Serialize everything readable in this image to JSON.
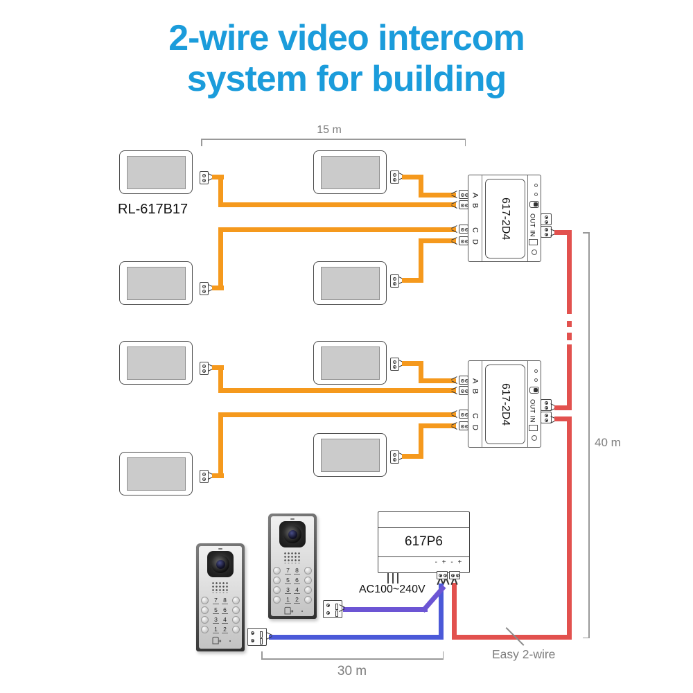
{
  "title": {
    "line1": "2-wire video intercom",
    "line2": "system for building"
  },
  "labels": {
    "monitor_model": "RL-617B17"
  },
  "dimensions": {
    "top": "15 m",
    "right": "40 m",
    "bottom": "30 m"
  },
  "annotations": {
    "easy_2wire": "Easy 2-wire",
    "ac_power": "AC100~240V",
    "psu_polarity": "- + - +"
  },
  "distributors": [
    {
      "model": "617-2D4",
      "terminals": [
        "A",
        "B",
        "C",
        "D"
      ],
      "ports": [
        "OUT",
        "IN"
      ]
    },
    {
      "model": "617-2D4",
      "terminals": [
        "A",
        "B",
        "C",
        "D"
      ],
      "ports": [
        "OUT",
        "IN"
      ]
    }
  ],
  "power_supply": {
    "model": "617P6"
  },
  "door_stations": [
    {
      "button_rows": [
        [
          "7",
          "8"
        ],
        [
          "5",
          "6"
        ],
        [
          "3",
          "4"
        ],
        [
          "1",
          "2"
        ]
      ]
    },
    {
      "button_rows": [
        [
          "7",
          "8"
        ],
        [
          "5",
          "6"
        ],
        [
          "3",
          "4"
        ],
        [
          "1",
          "2"
        ]
      ]
    }
  ],
  "colors": {
    "title-blue": "#1B9CDB",
    "wire-orange": "#F5991D",
    "wire-red": "#E2514E",
    "wire-blue": "#4B59D8",
    "wire-purple": "#6C55D4",
    "dim-gray": "#999999"
  }
}
